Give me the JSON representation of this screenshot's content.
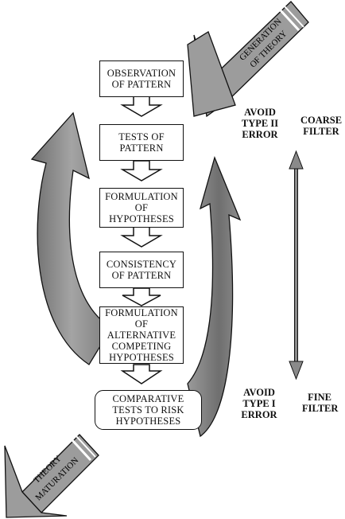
{
  "steps": [
    {
      "text": "OBSERVATION OF PATTERN"
    },
    {
      "text": "TESTS OF PATTERN"
    },
    {
      "text": "FORMULATION OF HYPOTHESES"
    },
    {
      "text": "CONSISTENCY OF PATTERN"
    },
    {
      "text": "FORMULATION OF ALTERNATIVE COMPETING HYPOTHESES"
    },
    {
      "text": "COMPARATIVE TESTS TO RISK HYPOTHESES"
    }
  ],
  "generation_arrow": {
    "line1": "GENERATION",
    "line2": "OF THEORY"
  },
  "maturation_arrow": {
    "line1": "THEORY",
    "line2": "MATURATION"
  },
  "avoid_type2": "AVOID TYPE II ERROR",
  "coarse_filter": "COARSE FILTER",
  "avoid_type1": "AVOID TYPE I ERROR",
  "fine_filter": "FINE FILTER",
  "colors": {
    "arrow_fill": "#9a9a9a",
    "scale_arrow": "#8a8a8a",
    "outline": "#111111"
  }
}
